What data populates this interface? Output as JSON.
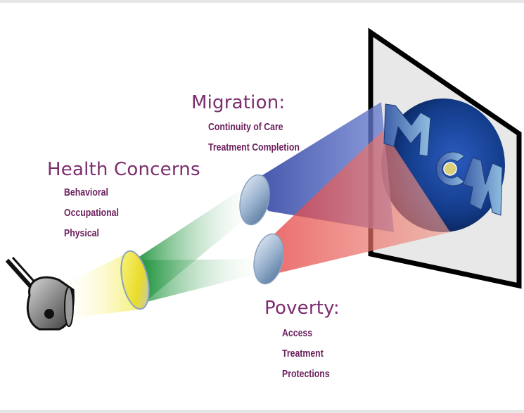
{
  "colors": {
    "heading": "#7b2e6e",
    "subtext": "#6a1f5c",
    "migration_beam": "#3a4fa8",
    "poverty_beam": "#e8605a",
    "health_beam": "#1e9a3a",
    "source_beam": "#f2ee7a",
    "screen_disc": "#0f2e72"
  },
  "health": {
    "title": "Health Concerns",
    "items": [
      "Behavioral",
      "Occupational",
      "Physical"
    ]
  },
  "migration": {
    "title": "Migration:",
    "items": [
      "Continuity of Care",
      "Treatment Completion"
    ]
  },
  "poverty": {
    "title": "Poverty:",
    "items": [
      "Access",
      "Treatment",
      "Protections"
    ]
  },
  "logo": {
    "text": "MCN"
  }
}
